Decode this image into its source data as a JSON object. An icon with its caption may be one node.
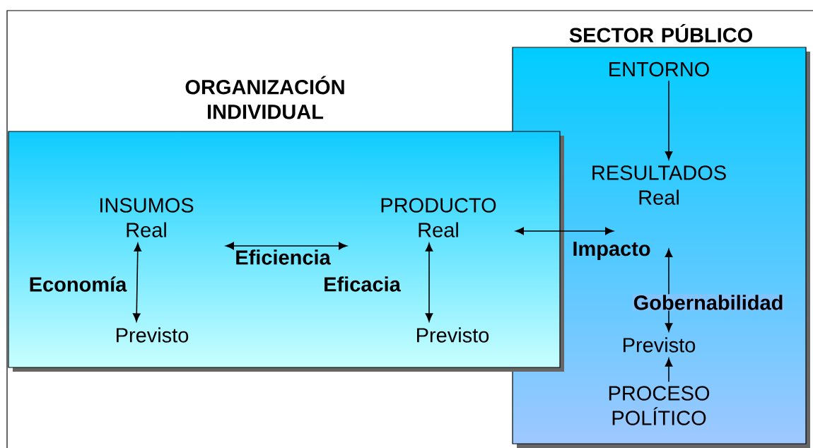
{
  "diagram": {
    "nodes": [
      {
        "text": [
          "SECTOR PÚBLICO"
        ]
      },
      {
        "text": [
          "ORGANIZACIÓN INDIVIDUAL"
        ]
      },
      {
        "text": [
          "INSUMOS Real"
        ],
        "in": 1
      },
      {
        "text": [
          "Previsto"
        ],
        "in": 1
      },
      {
        "text": [
          "PRODUCTO Real"
        ],
        "in": 1
      },
      {
        "text": [
          "Previsto"
        ],
        "in": 1
      },
      {
        "text": [
          "ENTORNO"
        ],
        "in": 0
      },
      {
        "text": [
          "RESULTADOS Real"
        ],
        "in": 0
      },
      {
        "text": [
          "Previsto"
        ],
        "in": 0
      },
      {
        "text": [
          "PROCESO POLÍTICO"
        ],
        "in": 0
      }
    ],
    "edges": [
      {
        "from": 2,
        "to": 3,
        "arrow": "both",
        "label": "Economía"
      },
      {
        "from": 2,
        "to": 4,
        "arrow": "both",
        "label": "Eficiencia"
      },
      {
        "from": 4,
        "to": 5,
        "arrow": "both",
        "label": "Eficacia"
      },
      {
        "from": 6,
        "to": 7,
        "arrow": "to"
      },
      {
        "from": 4,
        "to": null,
        "arrow": "both",
        "label": "Impacto"
      },
      {
        "from": 8,
        "to": null,
        "arrow": "both",
        "label": "Gobernabilidad"
      },
      {
        "from": 9,
        "to": 8,
        "arrow": "to"
      }
    ]
  }
}
